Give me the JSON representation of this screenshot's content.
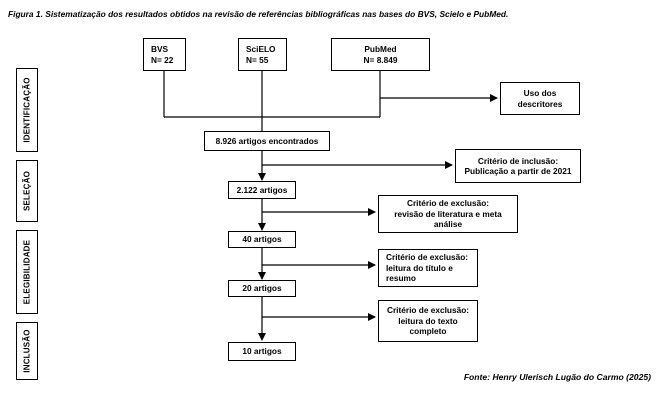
{
  "caption": "Figura 1.  Sistematização dos resultados obtidos na revisão de referências bibliográficas nas bases do BVS, Scielo e PubMed.",
  "source": "Fonte:  Henry Ulerisch Lugão do Carmo (2025)",
  "phases": {
    "identificacao": "IDENTIFICAÇÃO",
    "selecao": "SELEÇÃO",
    "elegibilidade": "ELEGIBILIDADE",
    "inclusao": "INCLUSÃO"
  },
  "databases": {
    "bvs": {
      "name": "BVS",
      "count": "N= 22"
    },
    "scielo": {
      "name": "SciELO",
      "count": "N= 55"
    },
    "pubmed": {
      "name": "PubMed",
      "count": "N= 8.849"
    }
  },
  "descriptors": {
    "line1": "Uso dos",
    "line2": "descritores"
  },
  "steps": {
    "found": "8.926 artigos encontrados",
    "step2": "2.122 artigos",
    "step3": "40 artigos",
    "step4": "20 artigos",
    "step5": "10 artigos"
  },
  "criteria": {
    "inclusion": {
      "line1": "Critério de inclusão:",
      "line2": "Publicação a partir de 2021"
    },
    "exclusion1": {
      "line1": "Critério de exclusão:",
      "line2": "revisão de literatura e meta",
      "line3": "análise"
    },
    "exclusion2": {
      "line1": "Critério de exclusão:",
      "line2": "leitura do título e",
      "line3": "resumo"
    },
    "exclusion3": {
      "line1": "Critério de exclusão:",
      "line2": "leitura do texto",
      "line3": "completo"
    }
  }
}
